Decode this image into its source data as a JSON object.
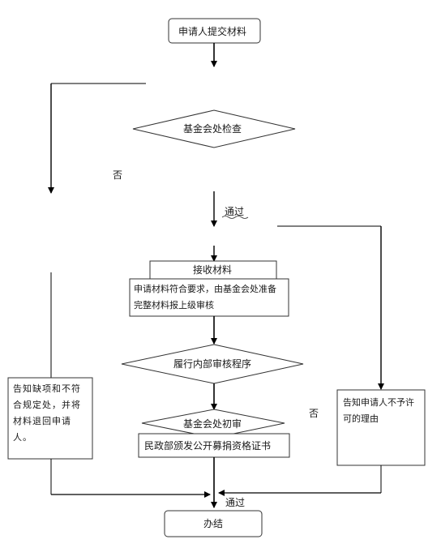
{
  "nodes": {
    "submit": "申请人提交材料",
    "check": "基金会处检查",
    "receive": "接收材料",
    "meets": "申请材料符合要求，由基金会处准备完整材料报上级审核",
    "internal_review": "履行内部审核程序",
    "first_review": "基金会处初审",
    "issue_cert": "民政部颁发公开募捐资格证书",
    "done": "办结",
    "notify_missing": "告知缺项和不符合规定处，并将材料退回申请人。",
    "notify_reject": "告知申请人不予许可的理由"
  },
  "edge_labels": {
    "no_left": "否",
    "pass_top": "通过",
    "no_right": "否",
    "pass_bottom": "通过"
  }
}
